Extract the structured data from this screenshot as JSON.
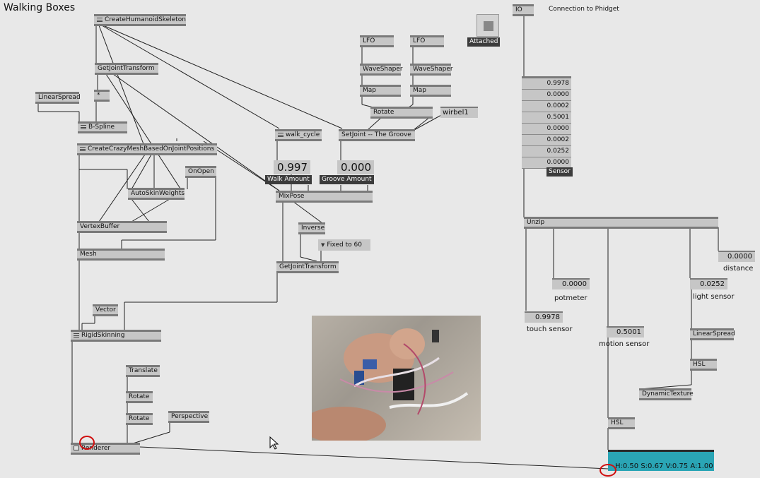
{
  "title": "Walking Boxes",
  "nodes": {
    "create_humanoid": "CreateHumanoidSkeleton",
    "get_joint_transform_1": "GetJointTransform",
    "linear_spread_1": "LinearSpread",
    "star": "*",
    "bspline": "B-Spline",
    "create_crazy_mesh": "CreateCrazyMeshBasedOnJointPositions",
    "on_open": "OnOpen",
    "auto_skin": "AutoSkinWeights",
    "vertex_buffer": "VertexBuffer",
    "mesh": "Mesh",
    "vector": "Vector",
    "rigid_skinning": "RigidSkinning",
    "translate": "Translate",
    "rotate_1": "Rotate",
    "rotate_2": "Rotate",
    "perspective": "Perspective",
    "renderer": "Renderer",
    "walk_cycle": "walk_cycle",
    "set_joint": "SetJoint -- The Groove",
    "lfo_1": "LFO",
    "lfo_2": "LFO",
    "waveshaper_1": "WaveShaper",
    "waveshaper_2": "WaveShaper",
    "map_1": "Map",
    "map_2": "Map",
    "rotate_3": "Rotate",
    "wirbel": "wirbel1",
    "mixpose": "MixPose",
    "inverse": "Inverse",
    "fixed_to_60": "Fixed to 60",
    "get_joint_transform_2": "GetJointTransform",
    "io": "IO",
    "unzip": "Unzip",
    "linear_spread_2": "LinearSpread",
    "hsl_1": "HSL",
    "dynamic_texture": "DynamicTexture",
    "hsl_2": "HSL"
  },
  "labels": {
    "connection": "Connection to Phidget",
    "attached": "Attached",
    "sensor": "Sensor",
    "walk_amount": "Walk Amount",
    "groove_amount": "Groove Amount",
    "potmeter": "potmeter",
    "touch_sensor": "touch sensor",
    "motion_sensor": "motion sensor",
    "light_sensor": "light sensor",
    "distance": "distance"
  },
  "values": {
    "walk_amount": "0.997",
    "groove_amount": "0.000",
    "sensor_rows": [
      "0.9978",
      "0.0000",
      "0.0002",
      "0.5001",
      "0.0000",
      "0.0002",
      "0.0252",
      "0.0000"
    ],
    "distance": "0.0000",
    "potmeter": "0.0000",
    "light_sensor": "0.0252",
    "touch_sensor": "0.9978",
    "motion_sensor": "0.5001",
    "color_readout": "H:0.50  S:0.67  V:0.75  A:1.00"
  },
  "colors": {
    "canvas": "#e8e8e8",
    "node": "#c6c6c6",
    "pin": "#7a7a7a",
    "color_swatch": "#2aa5b5",
    "highlight": "#d01010"
  }
}
